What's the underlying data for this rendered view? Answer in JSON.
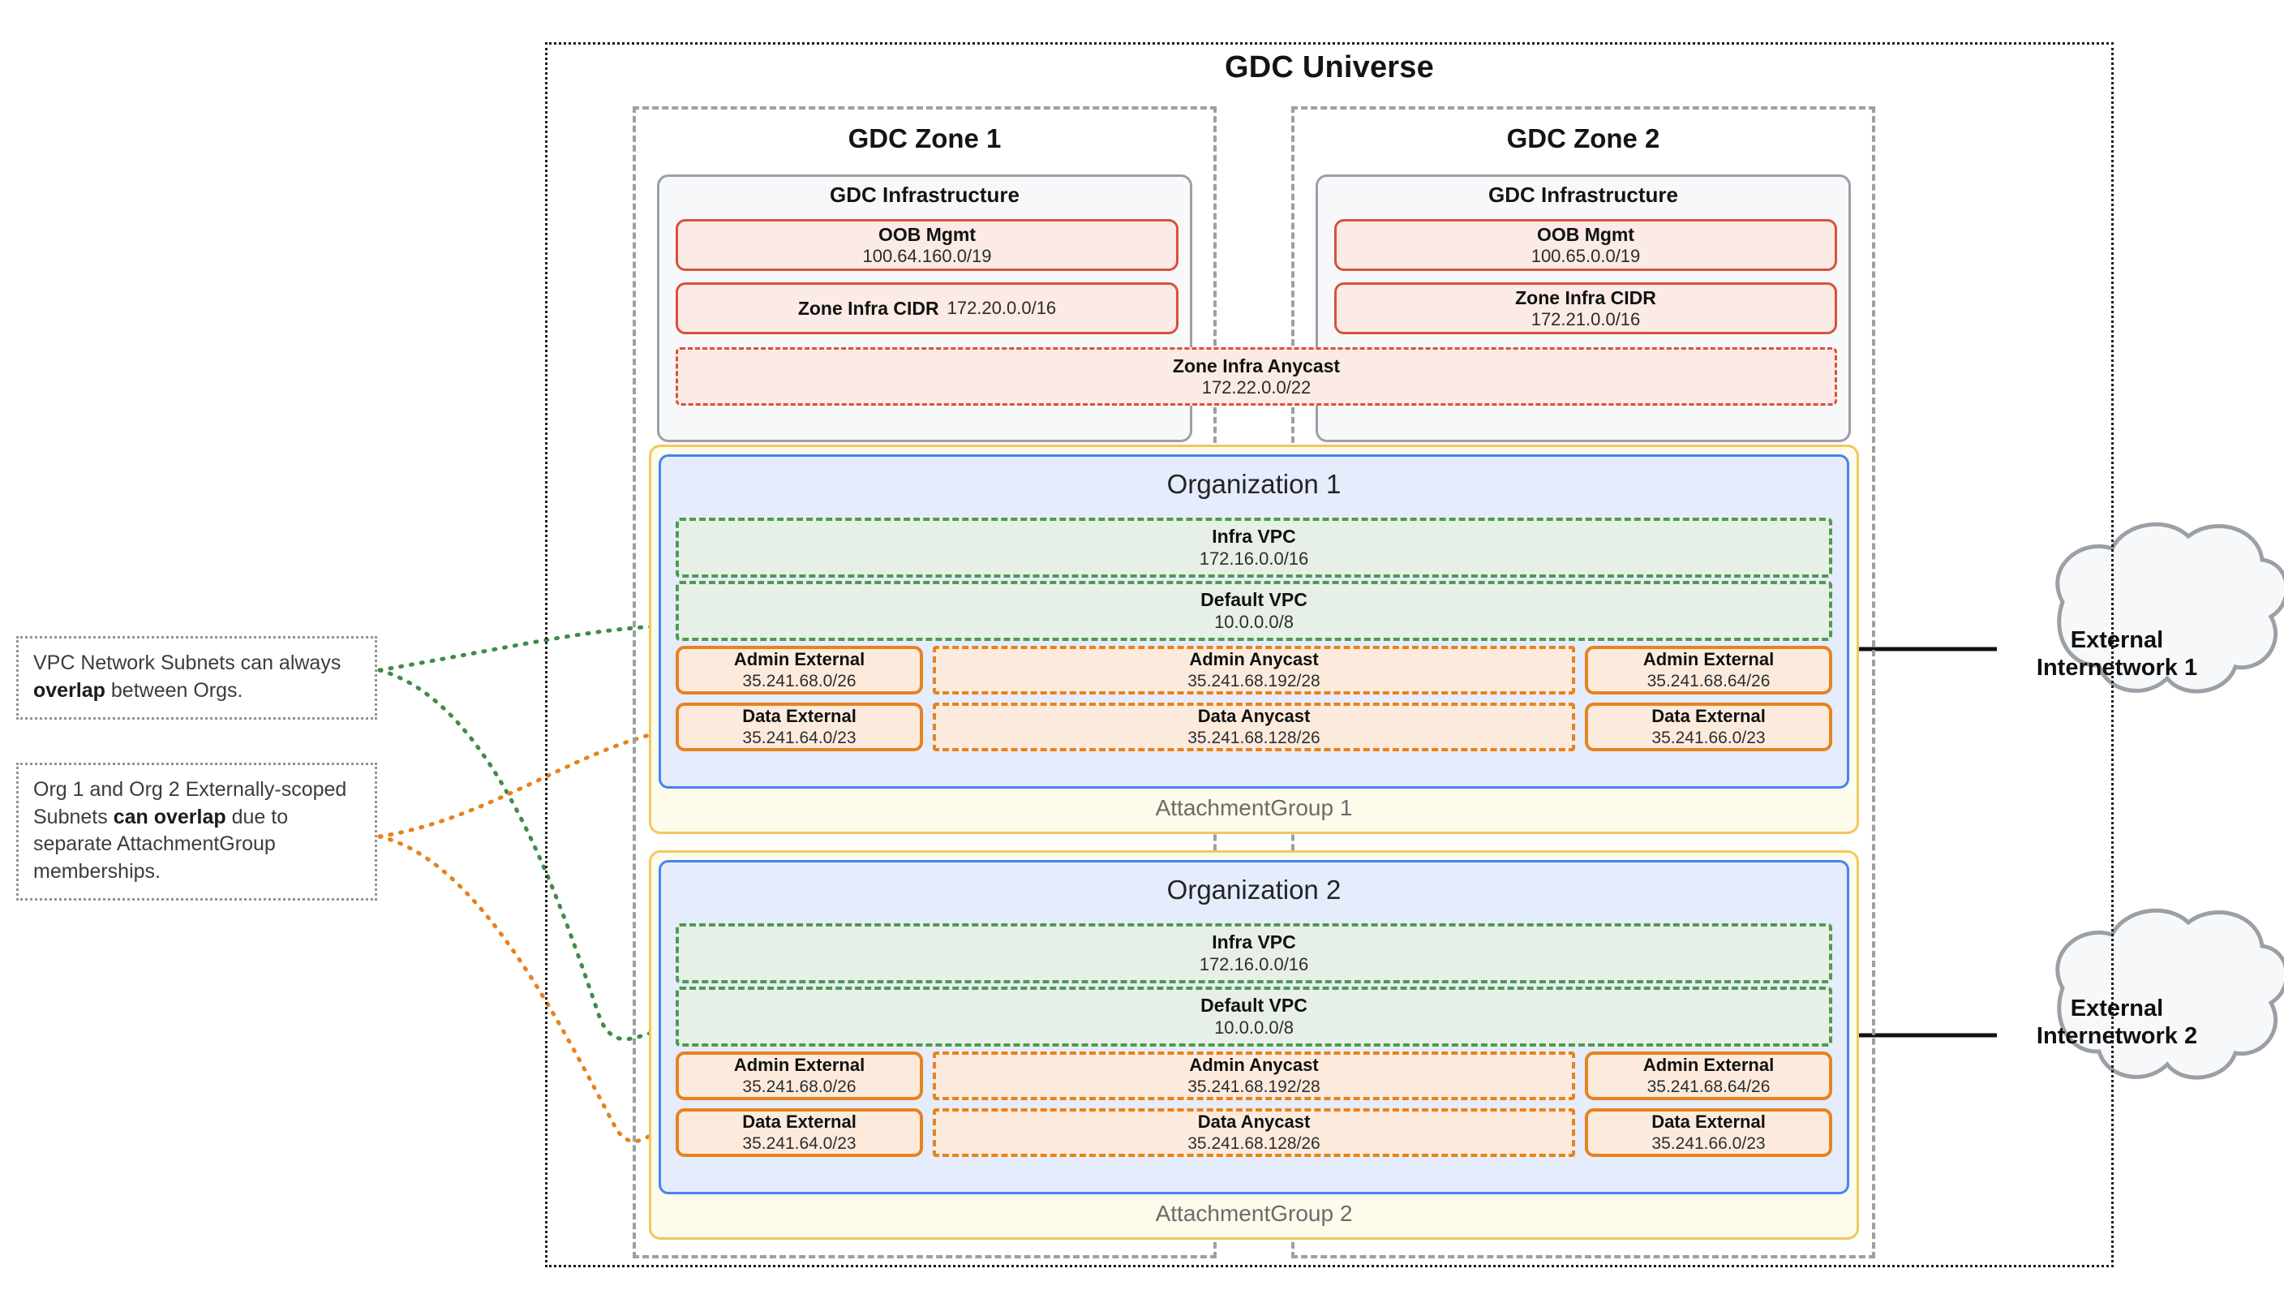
{
  "diagram": {
    "title": "GDC Universe",
    "zones": [
      {
        "title": "GDC Zone 1",
        "infra_title": "GDC Infrastructure",
        "oob": {
          "name": "OOB Mgmt",
          "cidr": "100.64.160.0/19"
        },
        "zone_infra_cidr": {
          "name": "Zone Infra CIDR",
          "cidr": "172.20.0.0/16",
          "inline": true
        }
      },
      {
        "title": "GDC Zone 2",
        "infra_title": "GDC Infrastructure",
        "oob": {
          "name": "OOB Mgmt",
          "cidr": "100.65.0.0/19"
        },
        "zone_infra_cidr": {
          "name": "Zone Infra CIDR",
          "cidr": "172.21.0.0/16",
          "inline": false
        }
      }
    ],
    "zone_infra_anycast": {
      "name": "Zone Infra Anycast",
      "cidr": "172.22.0.0/22"
    },
    "attachment_groups": [
      {
        "label": "AttachmentGroup 1"
      },
      {
        "label": "AttachmentGroup 2"
      }
    ],
    "organizations": [
      {
        "title": "Organization 1",
        "vpcs": [
          {
            "name": "Infra VPC",
            "cidr": "172.16.0.0/16"
          },
          {
            "name": "Default VPC",
            "cidr": "10.0.0.0/8"
          }
        ],
        "subnets": {
          "admin_left": {
            "name": "Admin External",
            "cidr": "35.241.68.0/26"
          },
          "admin_center": {
            "name": "Admin Anycast",
            "cidr": "35.241.68.192/28"
          },
          "admin_right": {
            "name": "Admin External",
            "cidr": "35.241.68.64/26"
          },
          "data_left": {
            "name": "Data External",
            "cidr": "35.241.64.0/23"
          },
          "data_center": {
            "name": "Data Anycast",
            "cidr": "35.241.68.128/26"
          },
          "data_right": {
            "name": "Data External",
            "cidr": "35.241.66.0/23"
          }
        }
      },
      {
        "title": "Organization 2",
        "vpcs": [
          {
            "name": "Infra VPC",
            "cidr": "172.16.0.0/16"
          },
          {
            "name": "Default VPC",
            "cidr": "10.0.0.0/8"
          }
        ],
        "subnets": {
          "admin_left": {
            "name": "Admin External",
            "cidr": "35.241.68.0/26"
          },
          "admin_center": {
            "name": "Admin Anycast",
            "cidr": "35.241.68.192/28"
          },
          "admin_right": {
            "name": "Admin External",
            "cidr": "35.241.68.64/26"
          },
          "data_left": {
            "name": "Data External",
            "cidr": "35.241.64.0/23"
          },
          "data_center": {
            "name": "Data Anycast",
            "cidr": "35.241.68.128/26"
          },
          "data_right": {
            "name": "Data External",
            "cidr": "35.241.66.0/23"
          }
        }
      }
    ],
    "clouds": [
      {
        "line1": "External",
        "line2": "Internetwork 1"
      },
      {
        "line1": "External",
        "line2": "Internetwork 2"
      }
    ],
    "notes": [
      {
        "prefix": "VPC Network Subnets can always ",
        "bold": "overlap",
        "suffix": " between Orgs."
      },
      {
        "prefix": "Org 1 and Org 2 Externally-scoped Subnets ",
        "bold": "can overlap",
        "suffix": " due to separate AttachmentGroup memberships."
      }
    ]
  },
  "colors": {
    "universe_border": "#1a1a1a",
    "zone_border": "#9aa0a6",
    "infra_bg": "#f6f8fa",
    "cidr_border": "#d9513a",
    "cidr_bg": "#fbeae5",
    "org_border": "#4285f4",
    "org_bg": "#e5ecfb",
    "vpc_border": "#4f9a53",
    "vpc_bg": "#e7f0e6",
    "subnet_border": "#e8821e",
    "subnet_bg": "#fcebdd",
    "ag_border": "#f2c75c",
    "ag_bg": "#fdfbe9",
    "cloud_border": "#9aa0a6",
    "cloud_bg": "#f6f8fa",
    "note_green": "#3f8c47",
    "note_orange": "#e8821e"
  }
}
